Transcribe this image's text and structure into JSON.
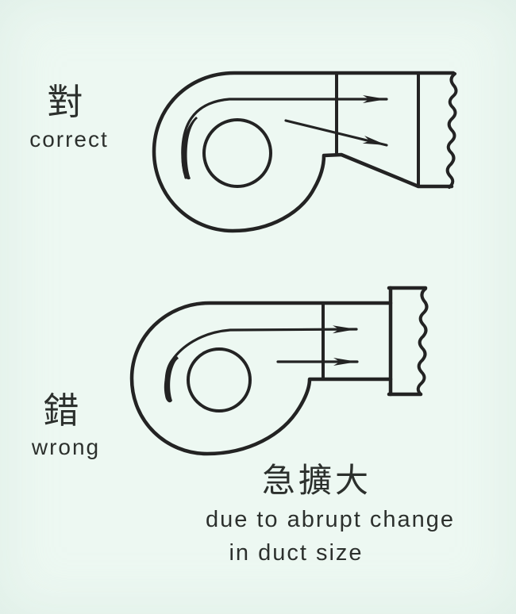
{
  "page": {
    "background_color": "#edf8f2",
    "ink_color": "#232323"
  },
  "top_diagram": {
    "label_zh": "對",
    "label_en": "correct"
  },
  "bottom_diagram": {
    "label_zh": "錯",
    "label_en": "wrong"
  },
  "caption": {
    "zh": "急擴大",
    "en_line1": "due to abrupt change",
    "en_line2": "in duct size"
  }
}
